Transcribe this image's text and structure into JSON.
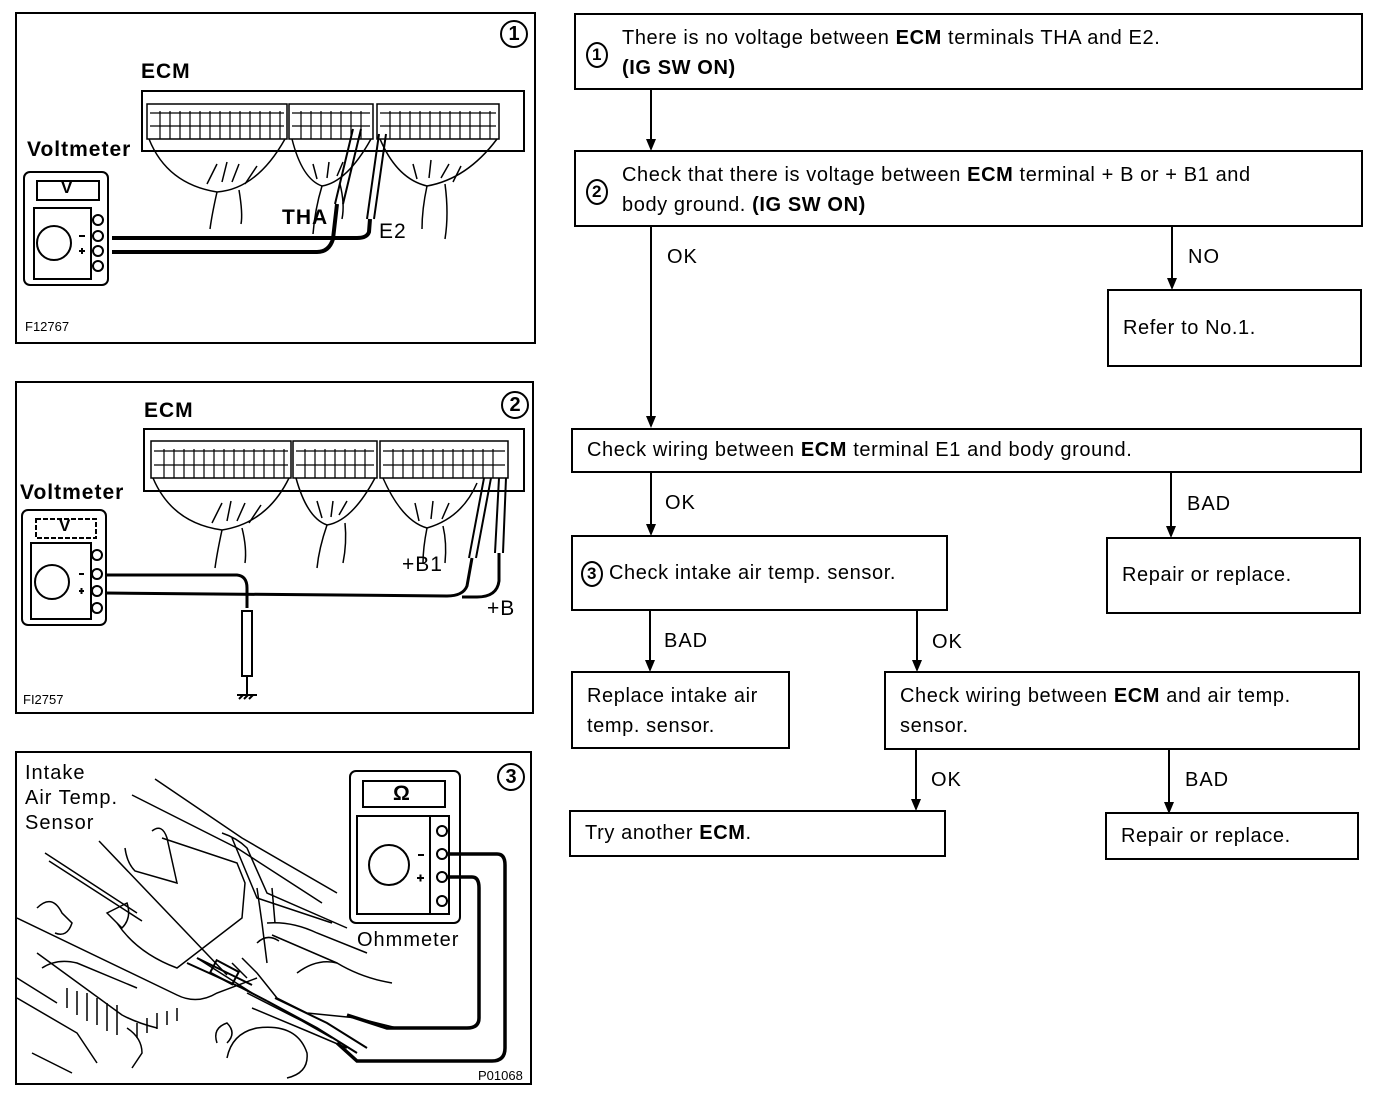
{
  "panels": [
    {
      "step": "1",
      "ecm_label": "ECM",
      "meter_label": "Voltmeter",
      "meter_display": "V",
      "probe_labels": [
        "THA",
        "E2"
      ],
      "figure_code": "F12767"
    },
    {
      "step": "2",
      "ecm_label": "ECM",
      "meter_label": "Voltmeter",
      "meter_display": "V",
      "probe_labels": [
        "+B1",
        "+B"
      ],
      "figure_code": "FI2757"
    },
    {
      "step": "3",
      "sensor_label_lines": [
        "Intake",
        "Air Temp.",
        "Sensor"
      ],
      "meter_label": "Ohmmeter",
      "meter_display": "Ω",
      "figure_code": "P01068"
    }
  ],
  "flowchart": {
    "box1": {
      "step": "1",
      "line1_a": "There is no voltage between ",
      "line1_ecm": "ECM",
      "line1_b": " terminals THA and E2.",
      "line2": "(IG SW ON)"
    },
    "box2": {
      "step": "2",
      "line1_a": "Check that there is voltage between ",
      "line1_ecm": "ECM",
      "line1_b": " terminal  + B or  + B1 and",
      "line2_a": "body ground. ",
      "line2_b": "(IG SW ON)"
    },
    "refer": "Refer to No.1.",
    "wiring_e1": {
      "a": "Check wiring between ",
      "ecm": "ECM",
      "b": " terminal E1 and body ground."
    },
    "box3": {
      "step": "3",
      "text": "Check intake air temp. sensor."
    },
    "repair1": "Repair or replace.",
    "replace_sensor_lines": [
      "Replace intake air",
      "temp. sensor."
    ],
    "wiring_sensor": {
      "a": "Check wiring between ",
      "ecm": "ECM",
      "b": " and air temp.",
      "line2": "sensor."
    },
    "try_ecm": {
      "a": "Try another ",
      "ecm": "ECM",
      "b": "."
    },
    "repair2": "Repair or replace.",
    "labels": {
      "ok1": "OK",
      "no": "NO",
      "ok2": "OK",
      "bad1": "BAD",
      "bad2": "BAD",
      "ok3": "OK",
      "ok4": "OK",
      "bad3": "BAD"
    }
  }
}
